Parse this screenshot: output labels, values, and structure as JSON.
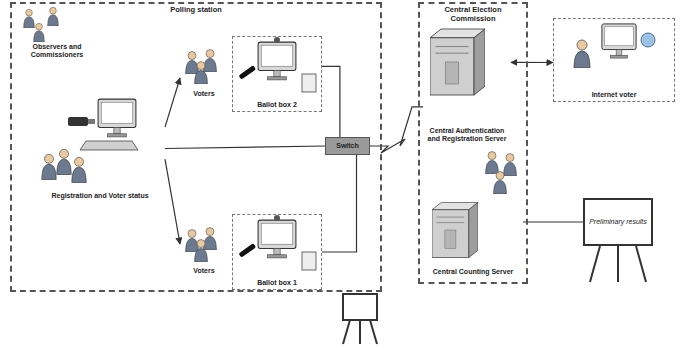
{
  "diagram": {
    "nodes": [
      {
        "text": [
          "Polling station"
        ]
      },
      {
        "text": [
          "Observers and Commissioners"
        ],
        "in": 0
      },
      {
        "text": [
          "Registration and Voter status"
        ],
        "in": 0
      },
      {
        "text": [
          "Voters"
        ],
        "in": 0
      },
      {
        "text": [
          "Ballot box 2"
        ],
        "in": 0
      },
      {
        "text": [
          "Voters"
        ],
        "in": 0
      },
      {
        "text": [
          "Ballot box 1"
        ],
        "in": 0
      },
      {
        "text": [
          "Switch"
        ],
        "in": 0
      },
      {
        "text": [
          "Central Election Commission"
        ]
      },
      {
        "text": [
          "Central Authentication and Registration Server"
        ],
        "in": 8
      },
      {
        "text": [
          "Central Counting Server"
        ],
        "in": 8
      },
      {
        "text": [
          "Internet voter"
        ]
      },
      {
        "text": [
          "Preliminary results"
        ]
      }
    ],
    "edges": [
      {
        "from": 2,
        "to": 3,
        "arrow": "to"
      },
      {
        "from": 2,
        "to": 5,
        "arrow": "to"
      },
      {
        "from": 2,
        "to": 7,
        "arrow": "none"
      },
      {
        "from": 4,
        "to": 7,
        "arrow": "none"
      },
      {
        "from": 6,
        "to": 7,
        "arrow": "none"
      },
      {
        "from": 7,
        "to": 9,
        "arrow": "none"
      },
      {
        "from": 9,
        "to": 11,
        "arrow": "both"
      },
      {
        "from": 10,
        "to": 12,
        "arrow": "none"
      }
    ]
  }
}
